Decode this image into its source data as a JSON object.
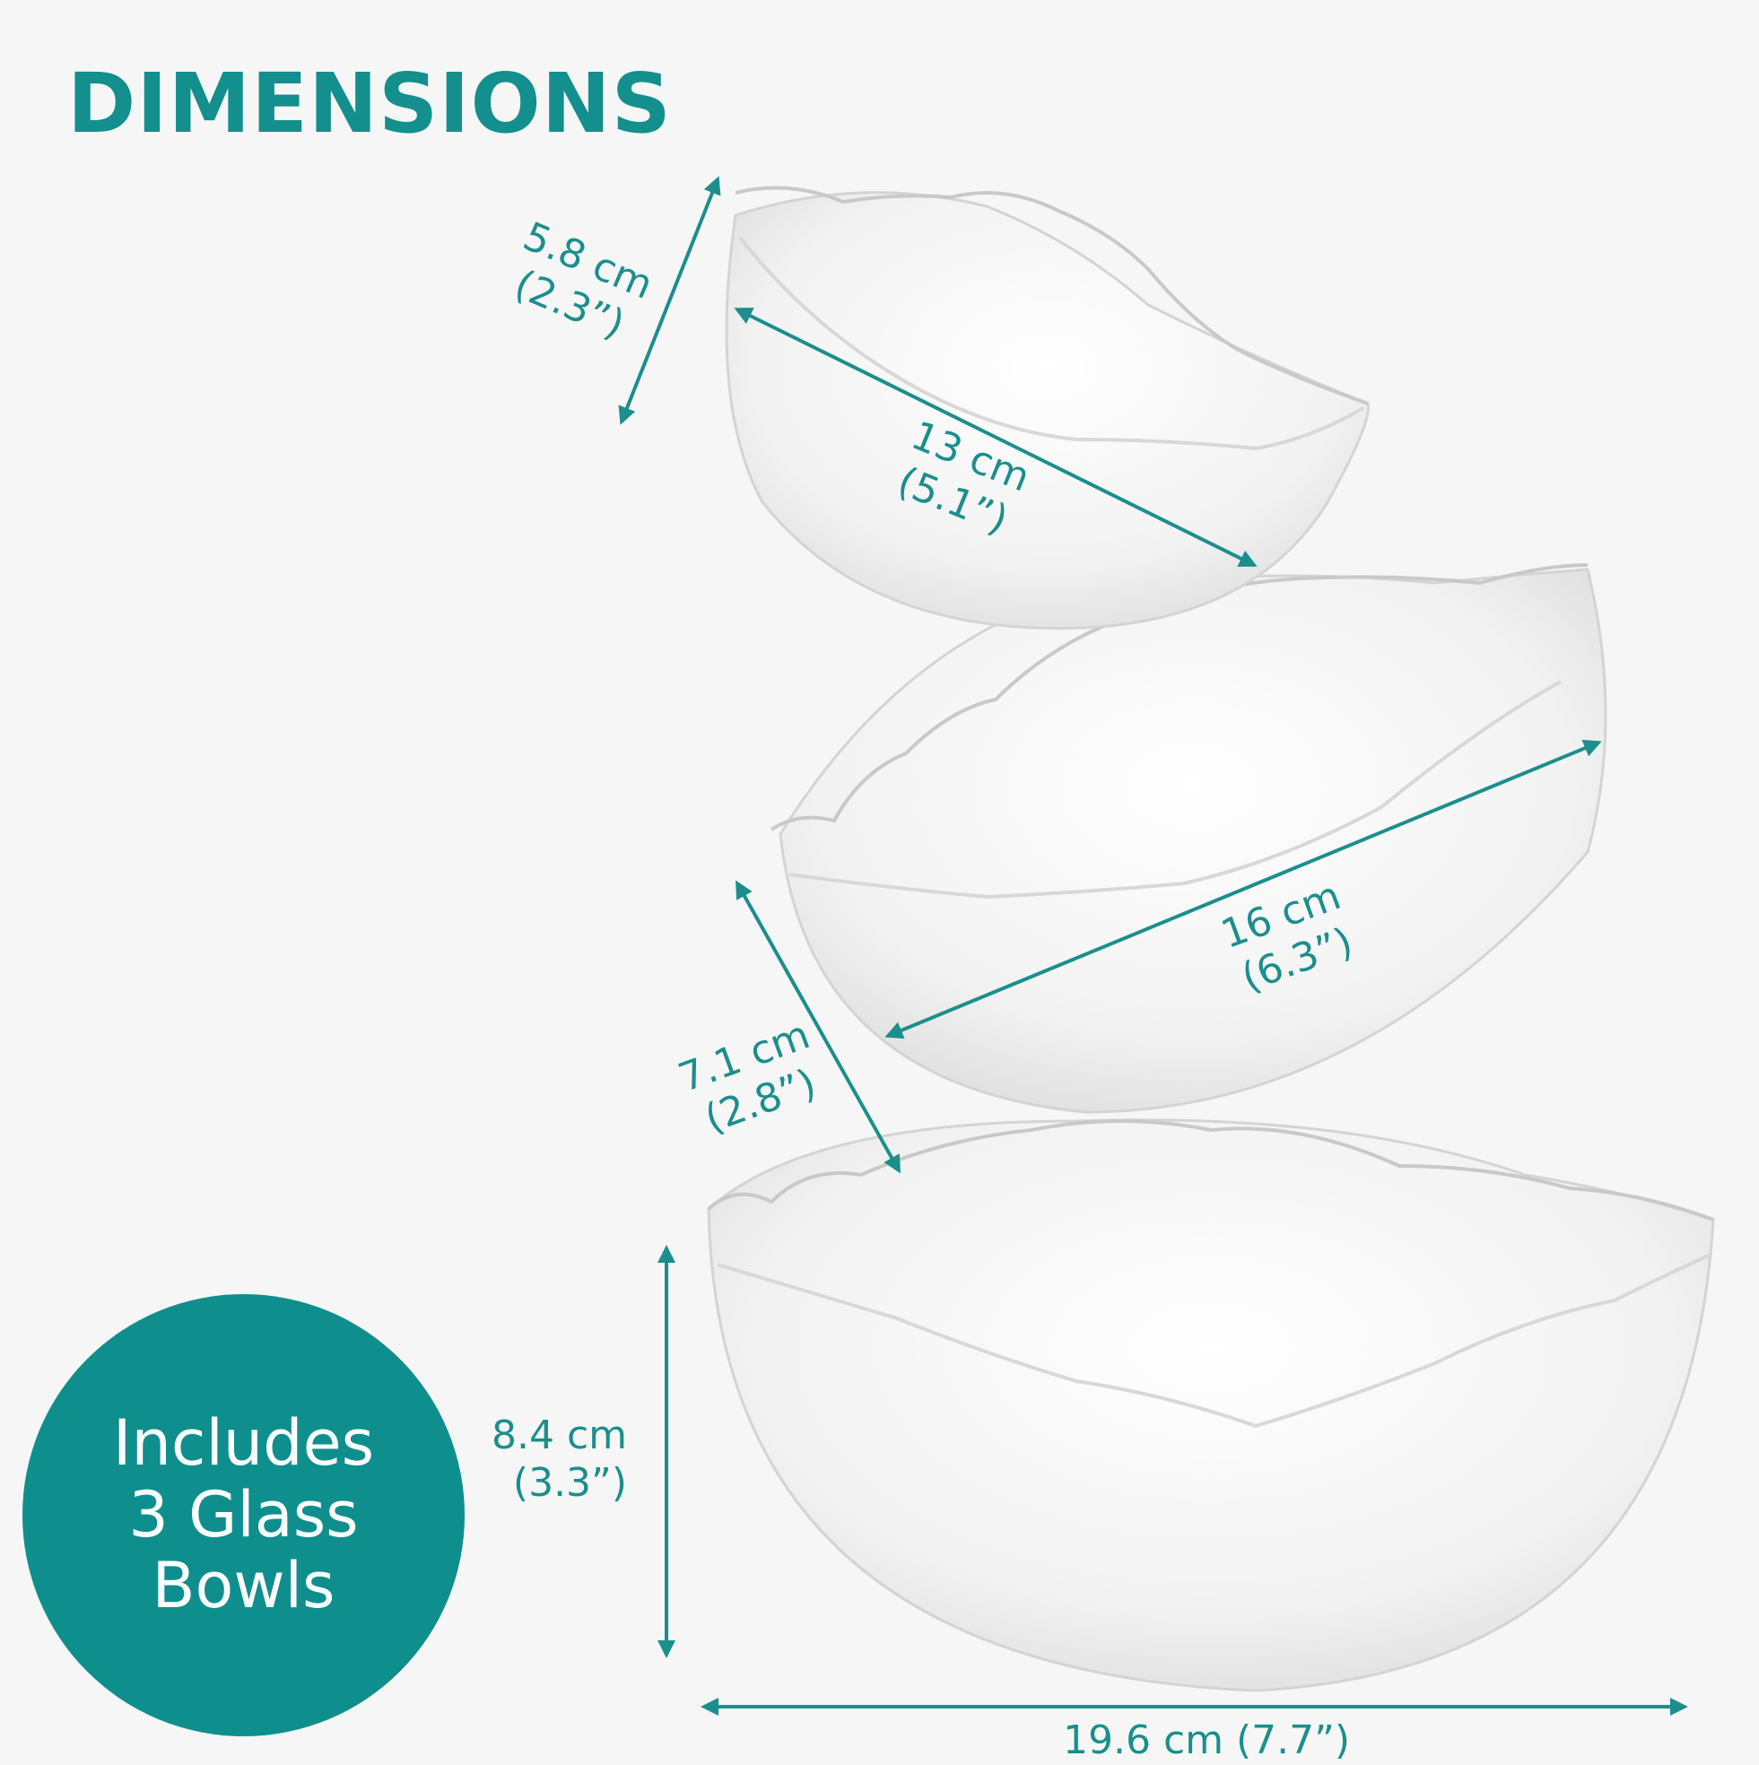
{
  "title": "DIMENSIONS",
  "accent_color": "#138f8d",
  "badge": {
    "lines": [
      "Includes",
      "3 Glass",
      "Bowls"
    ]
  },
  "bowls": {
    "small": {
      "height_cm": "5.8 cm",
      "height_in": "(2.3”)",
      "diameter_cm": "13 cm",
      "diameter_in": "(5.1”)"
    },
    "medium": {
      "height_cm": "7.1 cm",
      "height_in": "(2.8”)",
      "diameter_cm": "16 cm",
      "diameter_in": "(6.3”)"
    },
    "large": {
      "height_cm": "8.4 cm",
      "height_in": "(3.3”)",
      "width": "19.6 cm (7.7”)"
    }
  }
}
